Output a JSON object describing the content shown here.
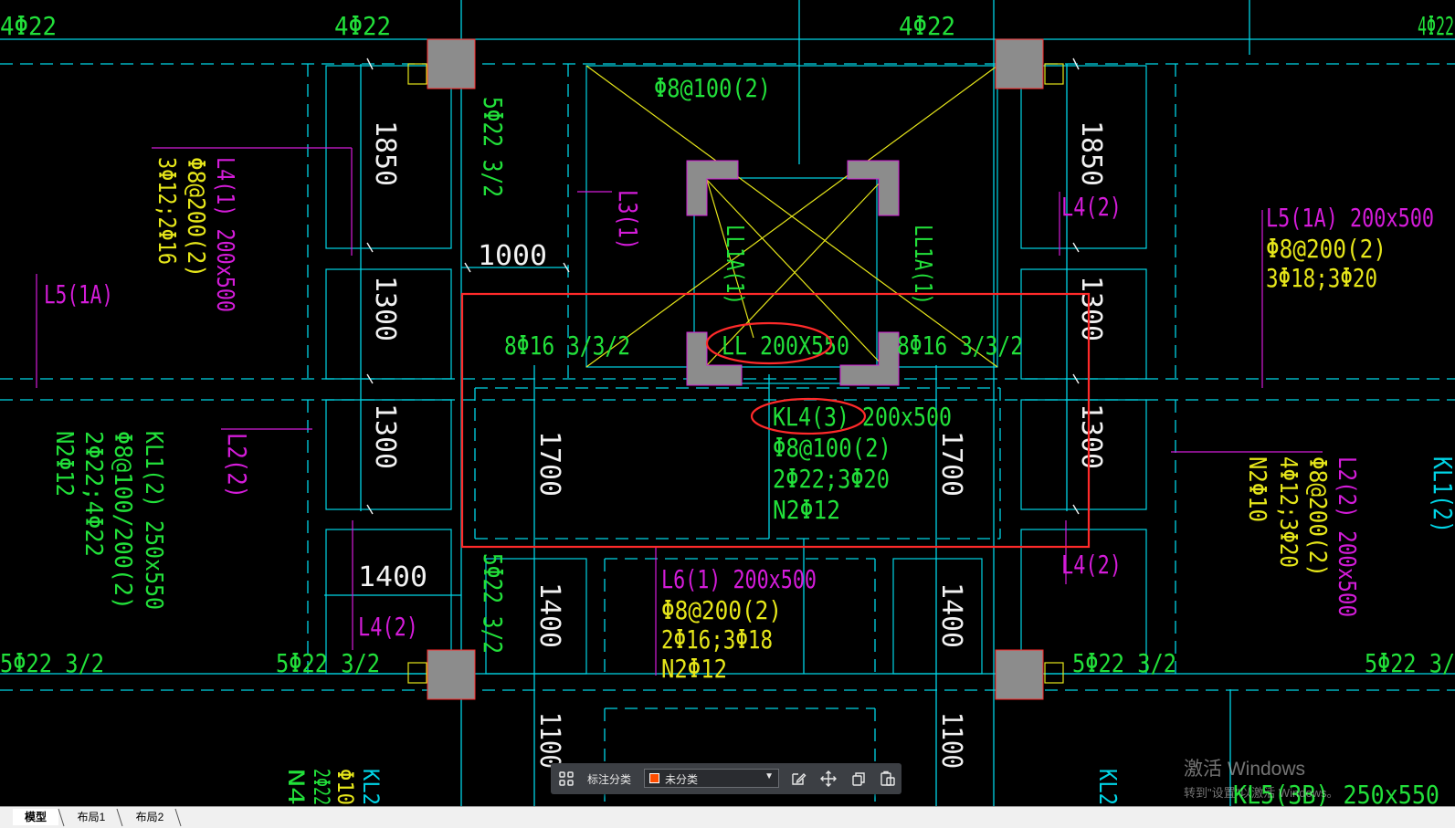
{
  "drawing": {
    "top_labels": [
      "4Φ22",
      "4Φ22",
      "4Φ22",
      "4Φ22"
    ],
    "dims": {
      "d1850_left": "1850",
      "d1300_left_a": "1300",
      "d1300_left_b": "1300",
      "d1000": "1000",
      "d1850_right": "1850",
      "d1300_right_a": "1300",
      "d1300_right_b": "1300",
      "d1700_left": "1700",
      "d1700_right": "1700",
      "d1400_h": "1400",
      "d1400_mid_a": "1400",
      "d1400_mid_b": "1400",
      "d1100_a": "1100",
      "d1100_b": "1100"
    },
    "beams": {
      "l4_left": [
        "L4(1) 200x500",
        "Φ8@200(2)",
        "3Φ12;2Φ16"
      ],
      "l5_left": "L5(1A)",
      "rebar_5_22_a": "5Φ22 3/2",
      "l3": "L3(1)",
      "stirrup_top": "Φ8@100(2)",
      "ll1a_left": "LL1A(1)",
      "ll1a_right": "LL1A(1)",
      "l4_right_top": "L4(2)",
      "l5_right": [
        "L5(1A) 200x500",
        "Φ8@200(2)",
        "3Φ18;3Φ20"
      ],
      "rebar_8_16_left": "8Φ16 3/3/2",
      "rebar_8_16_right": "8Φ16 3/3/2",
      "ll_label": "LL 200X550",
      "kl4": [
        "KL4(3) 200x500",
        "Φ8@100(2)",
        "2Φ22;3Φ20",
        "N2Φ12"
      ],
      "kl1_left": [
        "KL1(2) 250x550",
        "Φ8@100/200(2)",
        "2Φ22;4Φ22",
        "N2Φ12"
      ],
      "l2_left": "L2(2)",
      "l2_right": [
        "L2(2) 200x500",
        "Φ8@200(2)",
        "4Φ12;3Φ20",
        "N2Φ10"
      ],
      "kl1_right": "KL1(2)",
      "l4_left_bottom": "L4(2)",
      "l4_right_bottom": "L4(2)",
      "l6": [
        "L6(1) 200x500",
        "Φ8@200(2)",
        "2Φ16;3Φ18",
        "N2Φ12"
      ],
      "rebar_5_22_b": "5Φ22 3/2",
      "bottom_left_rebar": [
        "5Φ22 3/2",
        "5Φ22 3/2"
      ],
      "bottom_right_rebar": [
        "5Φ22 3/2",
        "5Φ22 3/"
      ],
      "kl5": "KL5(3B) 250x550",
      "kl2_left": [
        "KL2",
        "Φ10",
        "2Φ22",
        "N4"
      ],
      "kl2_right": "KL2"
    }
  },
  "toolbar": {
    "grid_icon": "grid-icon",
    "label": "标注分类",
    "select_value": "未分类",
    "select_swatch_color": "#ff4d00",
    "icons": [
      "edit-icon",
      "move-icon",
      "copy-icon",
      "paste-icon"
    ]
  },
  "watermark": {
    "line1": "激活 Windows",
    "line2": "转到\"设置\"以激活 Windows。"
  },
  "tabs": [
    "模型",
    "布局1",
    "布局2"
  ],
  "colors": {
    "cyan": "#00d5e6",
    "green": "#22e03a",
    "magenta": "#d41cd9",
    "yellow": "#e6e61a",
    "white": "#f2f2f2",
    "red_highlight": "#ff2a2a",
    "column_fill": "#8c8c8c"
  }
}
